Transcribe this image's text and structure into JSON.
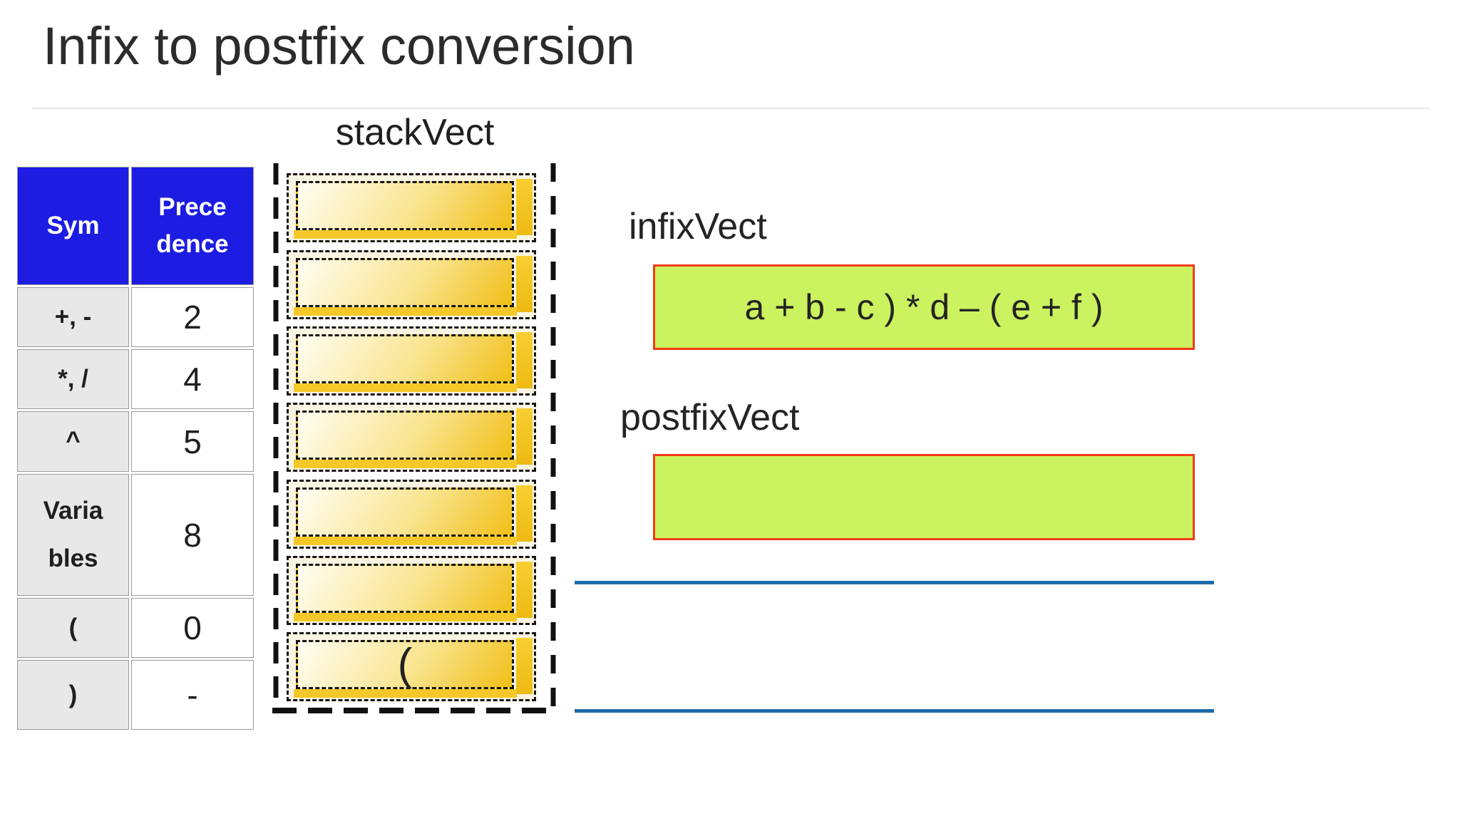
{
  "title": "Infix to postfix conversion",
  "table": {
    "headers": [
      "Sym",
      "Prece\ndence"
    ],
    "rows": [
      {
        "sym": "+, -",
        "prec": "2"
      },
      {
        "sym": "*, /",
        "prec": "4"
      },
      {
        "sym": "^",
        "prec": "5"
      },
      {
        "sym": "Varia\nbles",
        "prec": "8"
      },
      {
        "sym": "(",
        "prec": "0"
      },
      {
        "sym": ")",
        "prec": "-"
      }
    ]
  },
  "stack": {
    "label": "stackVect",
    "slots": [
      "",
      "",
      "",
      "",
      "",
      "",
      "("
    ]
  },
  "infix": {
    "label": "infixVect",
    "value": "a + b - c ) * d – ( e + f )"
  },
  "postfix": {
    "label": "postfixVect",
    "value": ""
  },
  "colors": {
    "header_blue": "#1c1ce2",
    "sym_cell_gray": "#e9e8e8",
    "box_green": "#cbf25f",
    "box_border_red": "#f43b1a",
    "rule_blue": "#1e6ca8",
    "stack_gold": "#f1bf17",
    "stack_frame_cream": "#faf5e3"
  }
}
